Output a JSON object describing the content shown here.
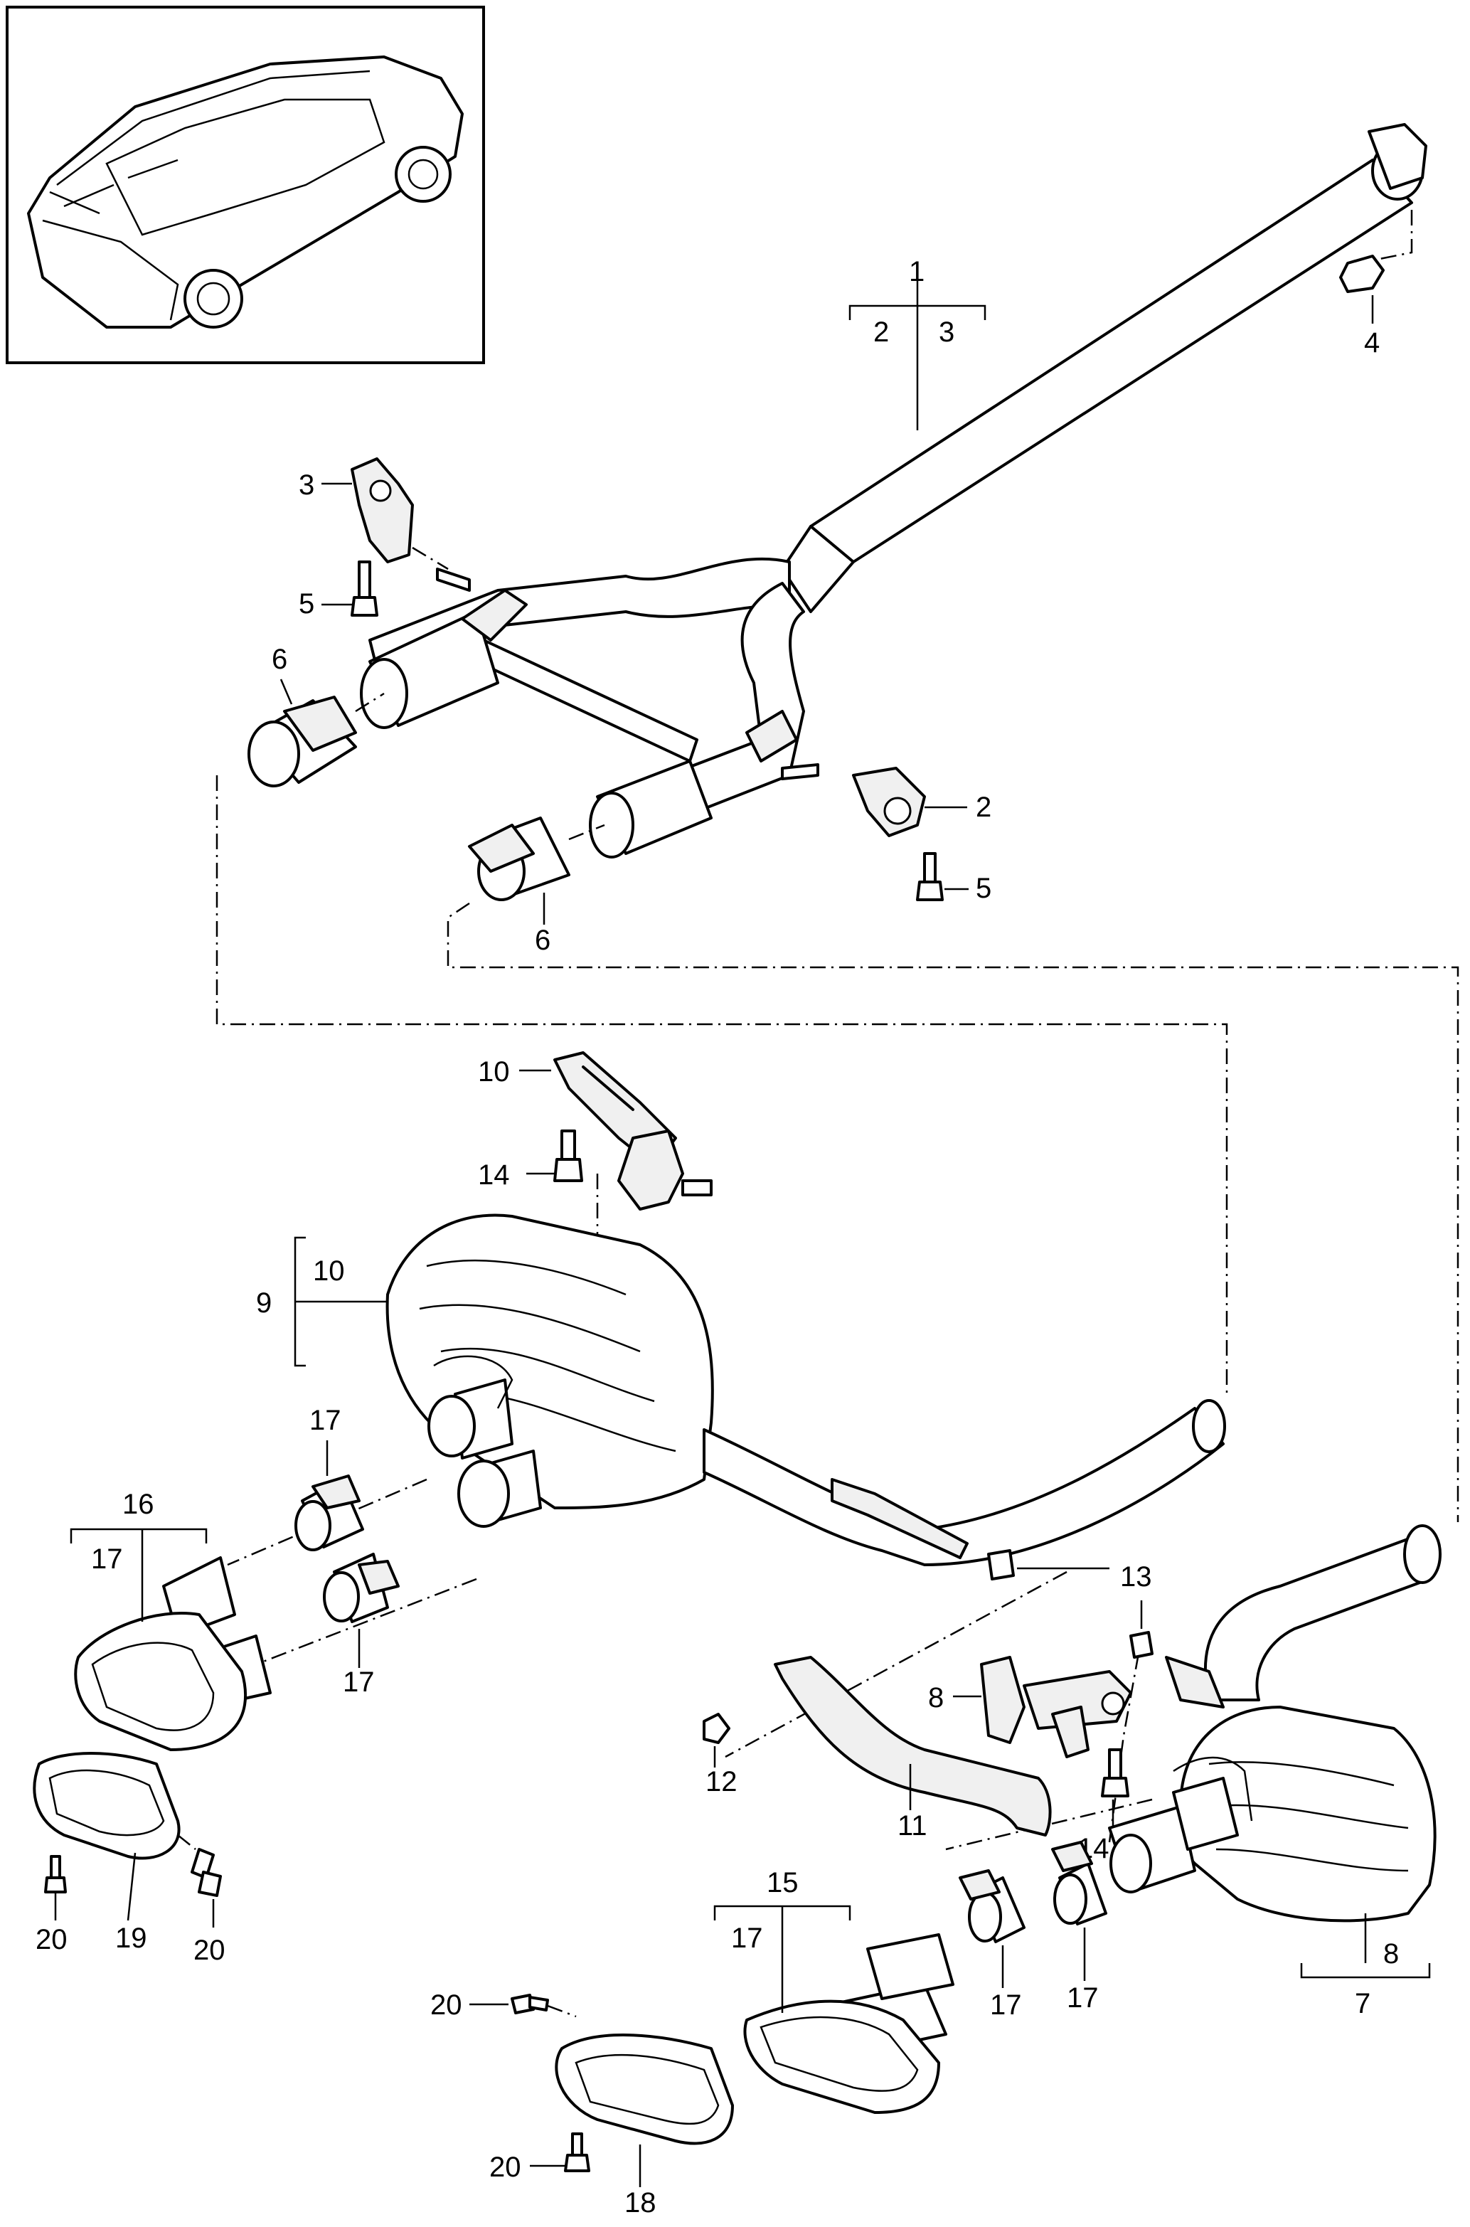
{
  "labels": {
    "l1": "1",
    "l1a": "2",
    "l1b": "3",
    "l2": "2",
    "l3": "3",
    "l4": "4",
    "l5a": "5",
    "l5b": "5",
    "l6a": "6",
    "l6b": "6",
    "l7": "7",
    "l7a": "8",
    "l8": "8",
    "l9": "9",
    "l9a": "10",
    "l10": "10",
    "l11": "11",
    "l12": "12",
    "l13": "13",
    "l14a": "14",
    "l14b": "14",
    "l15": "15",
    "l15a": "17",
    "l16": "16",
    "l16a": "17",
    "l17a": "17",
    "l17b": "17",
    "l17c": "17",
    "l17d": "17",
    "l18": "18",
    "l19": "19",
    "l20a": "20",
    "l20b": "20",
    "l20c": "20",
    "l20d": "20"
  }
}
